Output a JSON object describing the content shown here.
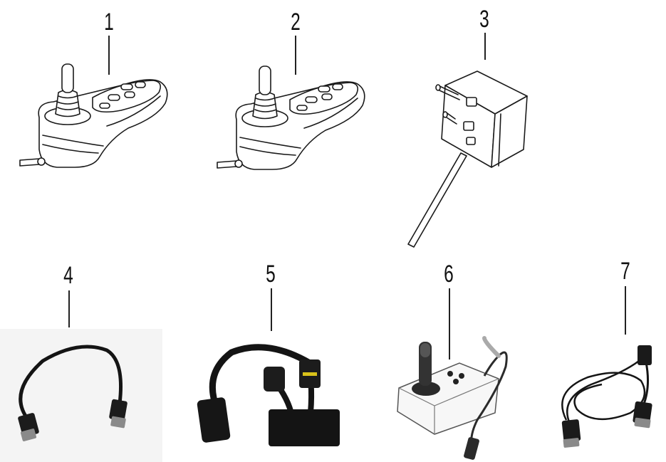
{
  "parts": [
    {
      "id": 1,
      "label": "1",
      "kind": "joystick-controller-drawing"
    },
    {
      "id": 2,
      "label": "2",
      "kind": "joystick-controller-drawing"
    },
    {
      "id": 3,
      "label": "3",
      "kind": "switch-box-drawing"
    },
    {
      "id": 4,
      "label": "4",
      "kind": "short-cable-photo"
    },
    {
      "id": 5,
      "label": "5",
      "kind": "adapter-harness-photo"
    },
    {
      "id": 6,
      "label": "6",
      "kind": "attendant-joystick-photo"
    },
    {
      "id": 7,
      "label": "7",
      "kind": "long-cable-photo"
    }
  ],
  "colors": {
    "line": "#1a1a1a",
    "photo_black": "#141414",
    "photo_gray": "#8a8a8a",
    "background": "#ffffff"
  }
}
